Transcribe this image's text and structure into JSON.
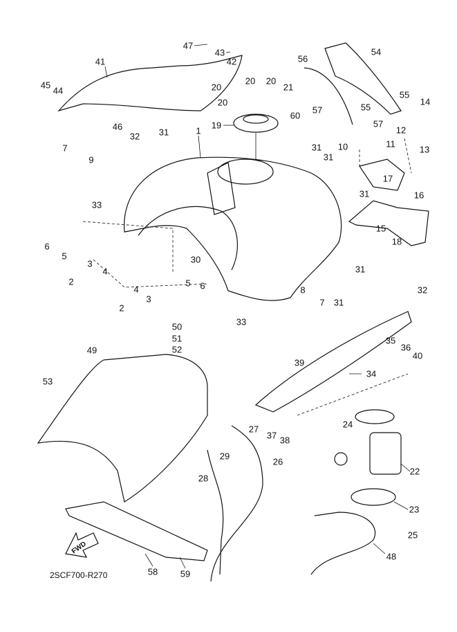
{
  "diagram_code": "2SCF700-R270",
  "direction_marker": "FWD",
  "line_color": "#111111",
  "background": "#ffffff",
  "callouts": [
    "47",
    "43",
    "42",
    "41",
    "45",
    "44",
    "46",
    "32",
    "31",
    "1",
    "20",
    "20",
    "20",
    "21",
    "20",
    "19",
    "60",
    "31",
    "31",
    "56",
    "54",
    "55",
    "55",
    "14",
    "57",
    "57",
    "10",
    "12",
    "11",
    "13",
    "17",
    "31",
    "16",
    "15",
    "18",
    "7",
    "9",
    "33",
    "6",
    "5",
    "3",
    "4",
    "2",
    "30",
    "5",
    "6",
    "4",
    "3",
    "2",
    "8",
    "7",
    "33",
    "31",
    "32",
    "31",
    "50",
    "51",
    "52",
    "49",
    "53",
    "35",
    "36",
    "40",
    "39",
    "34",
    "24",
    "37",
    "38",
    "27",
    "29",
    "26",
    "28",
    "22",
    "23",
    "25",
    "48",
    "58",
    "59"
  ]
}
